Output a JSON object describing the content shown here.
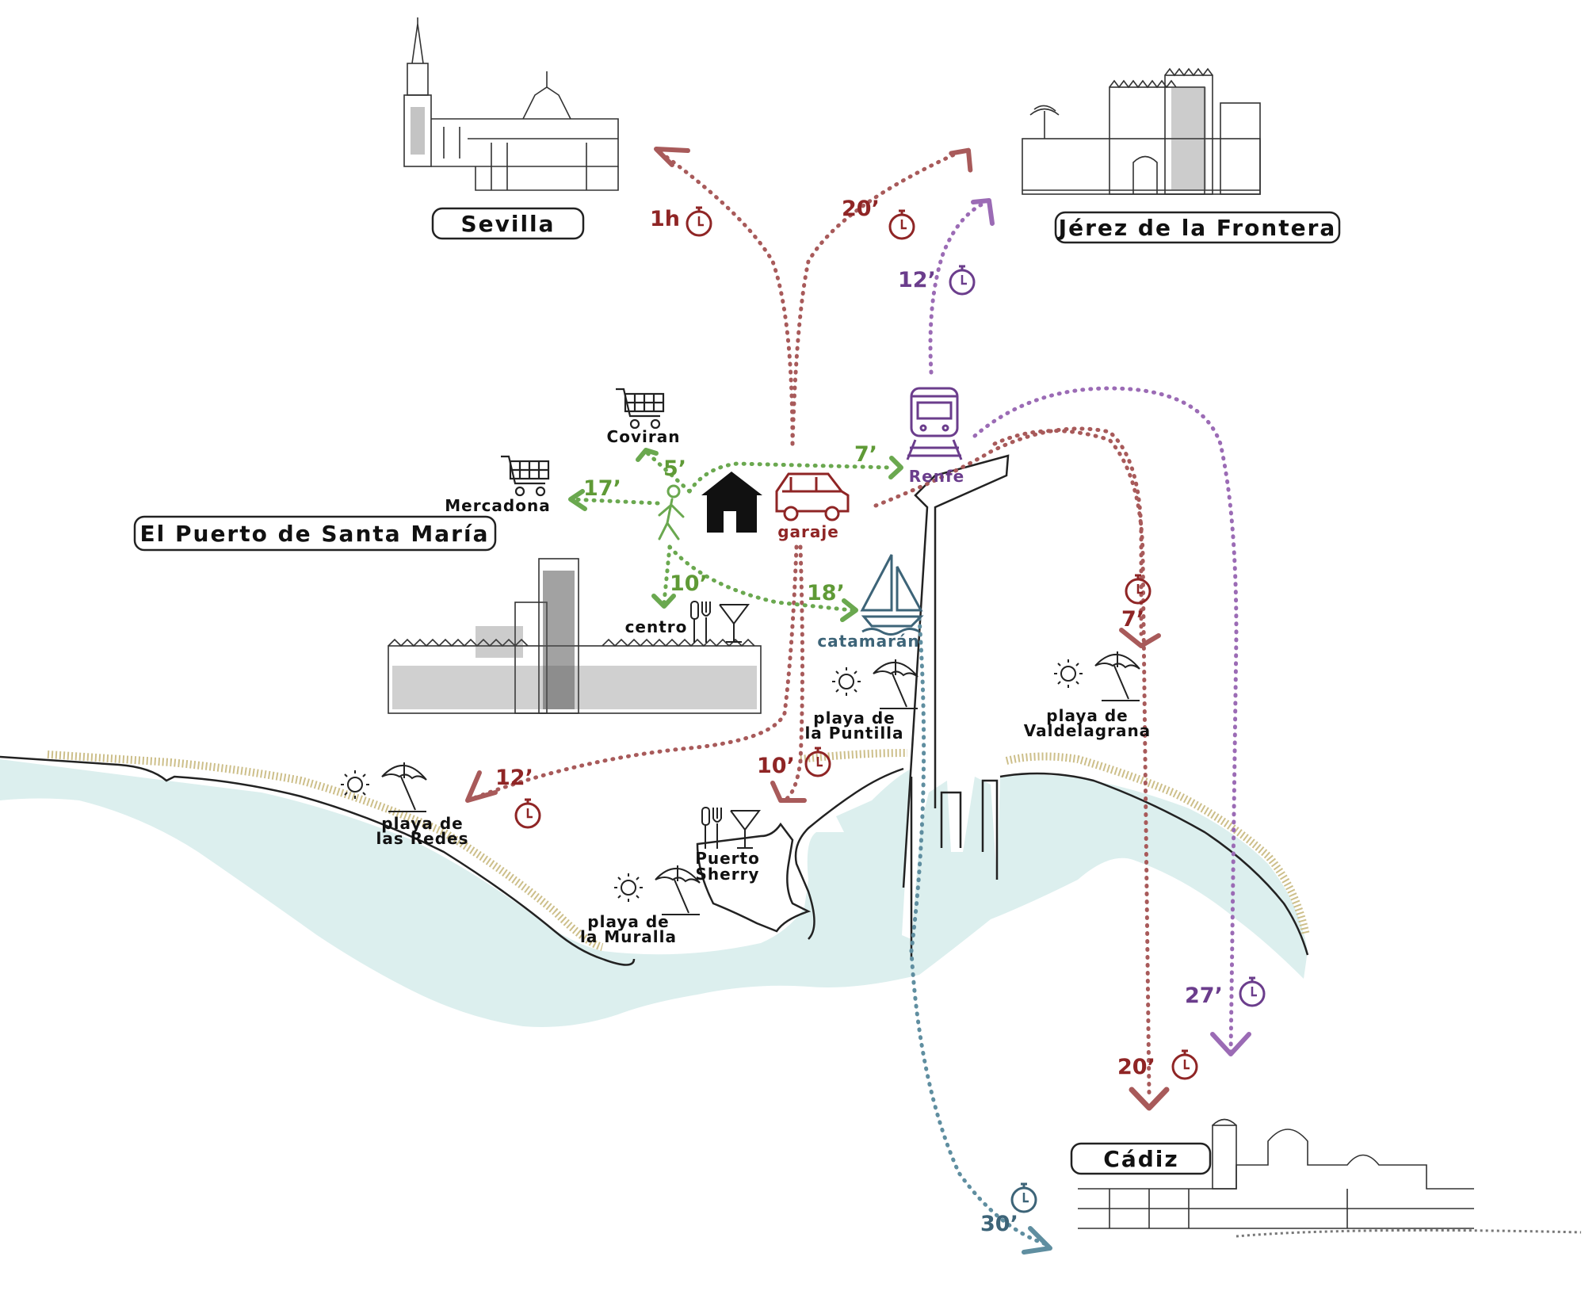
{
  "colors": {
    "car": "#8f2525",
    "car_route": "#a85a5a",
    "train": "#6b3d8c",
    "train_route": "#9b6bb5",
    "walk": "#5f9a36",
    "walk_route": "#6aa84f",
    "boat": "#3d6478",
    "boat_route": "#5f8ea0",
    "sea": "#dcefee",
    "sand": "#cdbf8a"
  },
  "cities": {
    "sevilla": "Sevilla",
    "jerez": "Jérez de la Frontera",
    "puerto": "El Puerto de Santa María",
    "cadiz": "Cádiz"
  },
  "places": {
    "coviran": "Coviran",
    "mercadona": "Mercadona",
    "centro": "centro",
    "garaje": "garaje",
    "renfe": "Renfe",
    "catamaran": "catamarán",
    "puerto_sherry_1": "Puerto",
    "puerto_sherry_2": "Sherry"
  },
  "beaches": {
    "redes_1": "playa de",
    "redes_2": "las Redes",
    "muralla_1": "playa de",
    "muralla_2": "la Muralla",
    "puntilla_1": "playa de",
    "puntilla_2": "la Puntilla",
    "valdelagrana_1": "playa de",
    "valdelagrana_2": "Valdelagrana"
  },
  "times": {
    "car_sevilla": "1h",
    "car_jerez": "20’",
    "train_jerez": "12’",
    "walk_coviran": "5’",
    "walk_mercadona": "17’",
    "walk_renfe": "7’",
    "walk_centro": "10’",
    "walk_catamaran": "18’",
    "car_valdelagrana": "7’",
    "car_redes": "12’",
    "car_puerto_sherry": "10’",
    "train_cadiz": "27’",
    "car_cadiz": "20’",
    "boat_cadiz": "30’"
  },
  "icons": [
    "house-icon",
    "car-icon",
    "walker-icon",
    "train-icon",
    "sailboat-icon",
    "shopping-cart-icon",
    "cutlery-icon",
    "cocktail-icon",
    "sun-icon",
    "beach-umbrella-icon",
    "clock-icon",
    "arrow-icon"
  ]
}
